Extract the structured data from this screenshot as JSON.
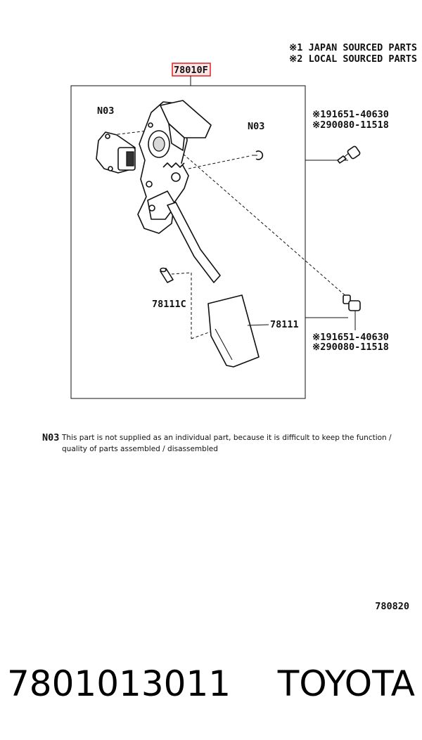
{
  "legend": {
    "line1": "※1 JAPAN SOURCED PARTS",
    "line2": "※2 LOCAL SOURCED PARTS"
  },
  "highlight_color": "#e02020",
  "main_part_label": "78010F",
  "labels": {
    "n03_left": "N03",
    "n03_right": "N03",
    "bolt_top_1": "※191651-40630",
    "bolt_top_2": "※290080-11518",
    "bolt_bottom_1": "※191651-40630",
    "bolt_bottom_2": "※290080-11518",
    "pin": "78111C",
    "pad": "78111"
  },
  "note": {
    "code": "N03",
    "line1": "This part is not supplied as an individual part, because it is difficult to keep the function /",
    "line2": "quality of parts assembled / disassembled"
  },
  "diagram_code": "780820",
  "footer": {
    "part_number": "7801013011",
    "brand": "TOYOTA"
  }
}
